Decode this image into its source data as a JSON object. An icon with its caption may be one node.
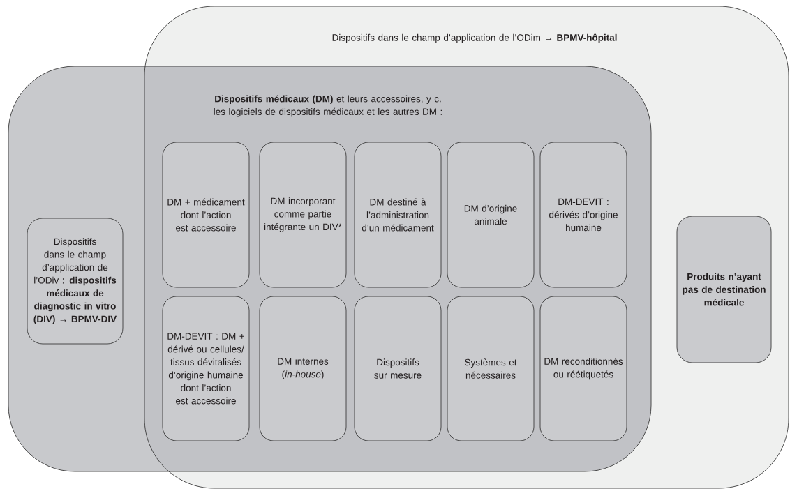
{
  "diagram": {
    "nodes": [
      {
        "text": [
          "Dispositifs dans le champ d’application de l’ODim **→ BPMV-hôpital**"
        ]
      },
      {
        "text": [
          "**Dispositifs médicaux (DM)** et leurs accessoires, y c. les logiciels de dispositifs médicaux et les autres DM :"
        ]
      },
      {
        "text": [
          "Dispositifs dans le champ d’application de l’ODiv : **dispositifs médicaux de diagnostic in vitro (DIV) → BPMV-DIV**"
        ],
        "in": 1
      },
      {
        "text": [
          "DM + médicament dont l’action est accessoire"
        ]
      },
      {
        "text": [
          "DM incorporant comme partie intégrante un DIV*"
        ]
      },
      {
        "text": [
          "DM destiné à l’administration d’un médicament"
        ]
      },
      {
        "text": [
          "DM d’origine animale"
        ]
      },
      {
        "text": [
          "DM-DEVIT : dérivés d’origine humaine"
        ]
      },
      {
        "text": [
          "DM-DEVIT : DM + dérivé ou cellules/ tissus dévitalisés d’origine humaine dont l’action est accessoire"
        ]
      },
      {
        "text": [
          "DM internes (*in-house*)"
        ]
      },
      {
        "text": [
          "Dispositifs sur mesure"
        ]
      },
      {
        "text": [
          "Systèmes et nécessaires"
        ]
      },
      {
        "text": [
          "DM reconditionnés ou réétiquetés"
        ]
      },
      {
        "text": [
          "Produits n’ayant pas de destination médicale"
        ],
        "in": 0
      }
    ]
  }
}
